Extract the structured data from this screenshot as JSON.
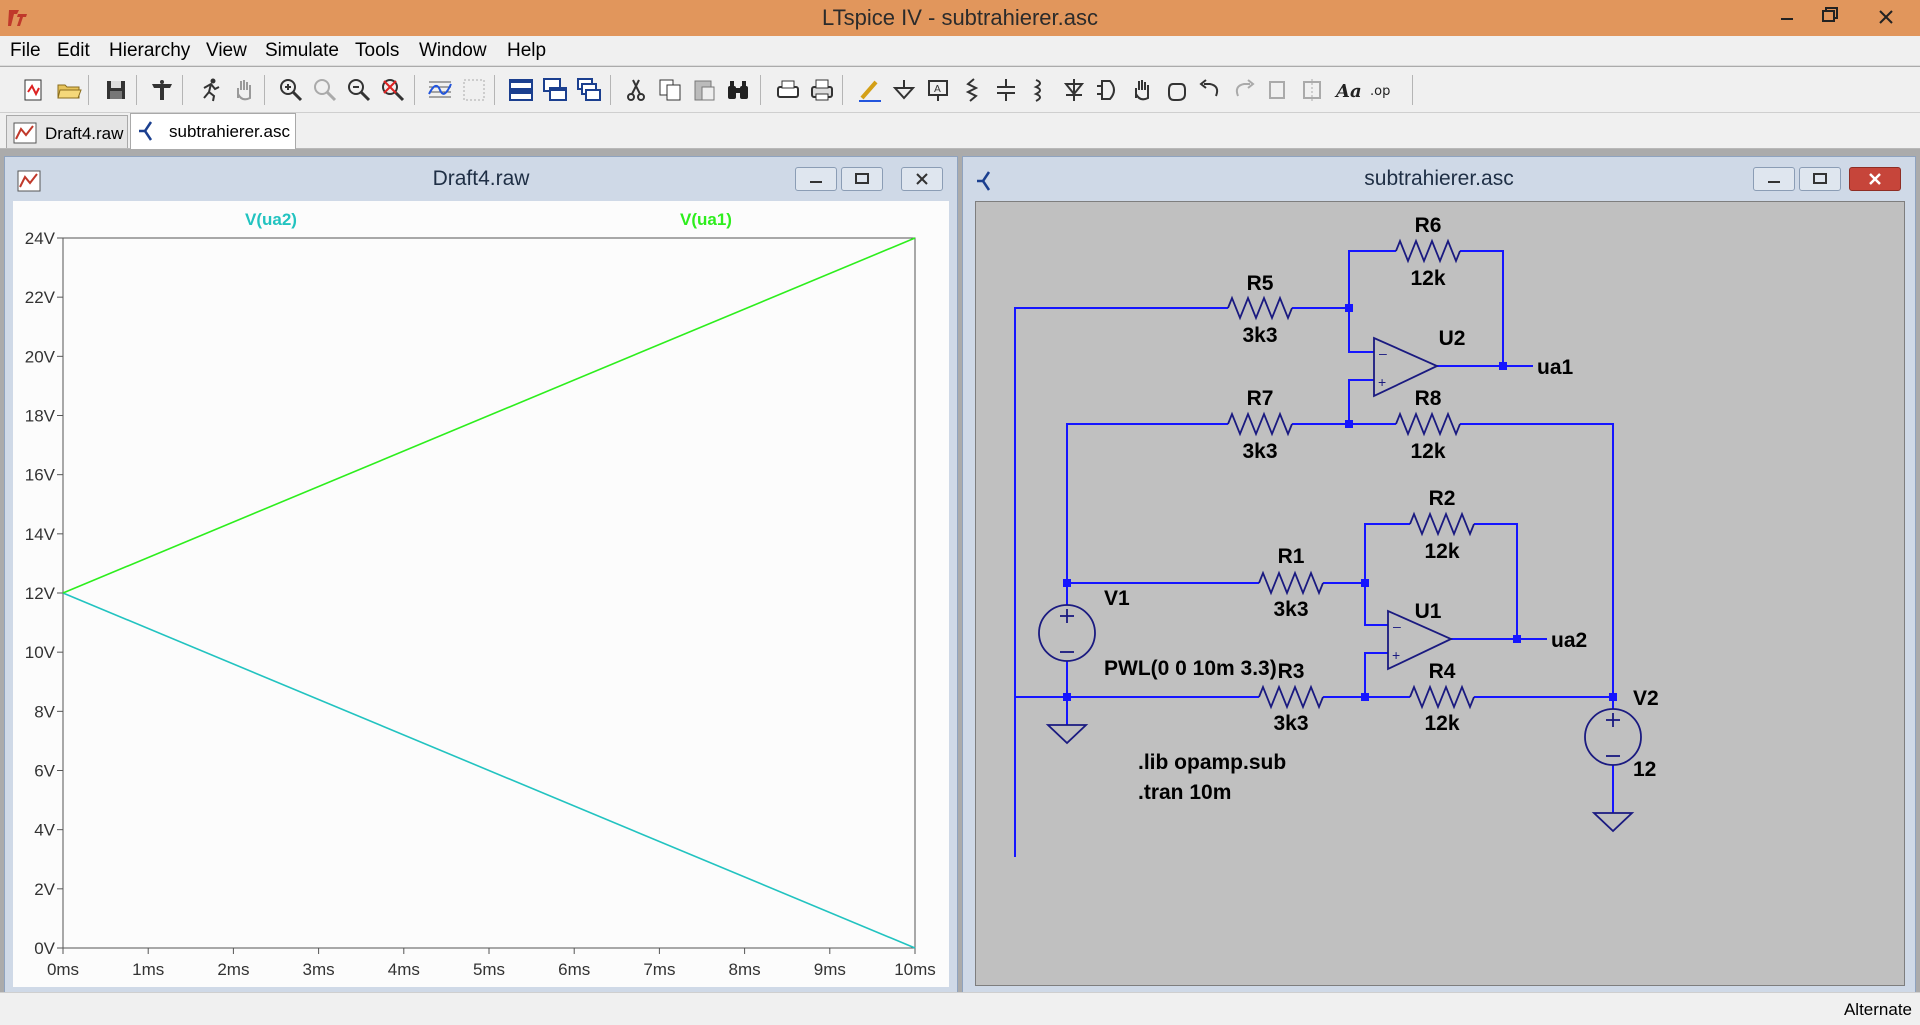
{
  "window": {
    "title": "LTspice IV - subtrahierer.asc"
  },
  "menu": [
    "File",
    "Edit",
    "Hierarchy",
    "View",
    "Simulate",
    "Tools",
    "Window",
    "Help"
  ],
  "tabs": [
    {
      "label": "Draft4.raw",
      "icon": "waveform-icon",
      "active": false
    },
    {
      "label": "subtrahierer.asc",
      "icon": "schematic-icon",
      "active": true
    }
  ],
  "plot_window": {
    "title": "Draft4.raw",
    "legend": [
      "V(ua2)",
      "V(ua1)"
    ],
    "colors": {
      "ua2": "#22c3c0",
      "ua1": "#2dee1d"
    }
  },
  "chart_data": {
    "type": "line",
    "x_unit": "ms",
    "y_unit": "V",
    "xlim": [
      0,
      10
    ],
    "ylim": [
      0,
      24
    ],
    "x_ticks": [
      "0ms",
      "1ms",
      "2ms",
      "3ms",
      "4ms",
      "5ms",
      "6ms",
      "7ms",
      "8ms",
      "9ms",
      "10ms"
    ],
    "y_ticks": [
      "0V",
      "2V",
      "4V",
      "6V",
      "8V",
      "10V",
      "12V",
      "14V",
      "16V",
      "18V",
      "20V",
      "22V",
      "24V"
    ],
    "series": [
      {
        "name": "V(ua2)",
        "x": [
          0,
          10
        ],
        "values": [
          12,
          0
        ]
      },
      {
        "name": "V(ua1)",
        "x": [
          0,
          10
        ],
        "values": [
          12,
          24
        ]
      }
    ],
    "grid": false,
    "legend_position": "top"
  },
  "schematic_window": {
    "title": "subtrahierer.asc",
    "components": {
      "R1": {
        "name": "R1",
        "value": "3k3"
      },
      "R2": {
        "name": "R2",
        "value": "12k"
      },
      "R3": {
        "name": "R3",
        "value": "3k3"
      },
      "R4": {
        "name": "R4",
        "value": "12k"
      },
      "R5": {
        "name": "R5",
        "value": "3k3"
      },
      "R6": {
        "name": "R6",
        "value": "12k"
      },
      "R7": {
        "name": "R7",
        "value": "3k3"
      },
      "R8": {
        "name": "R8",
        "value": "12k"
      },
      "U1": {
        "name": "U1"
      },
      "U2": {
        "name": "U2"
      },
      "V1": {
        "name": "V1",
        "value": "PWL(0 0 10m 3.3)"
      },
      "V2": {
        "name": "V2",
        "value": "12"
      }
    },
    "nets": {
      "ua1": "ua1",
      "ua2": "ua2"
    },
    "directives": [
      ".lib opamp.sub",
      ".tran 10m"
    ],
    "wire_color": "#1515ff"
  },
  "status": {
    "text": "Alternate"
  }
}
